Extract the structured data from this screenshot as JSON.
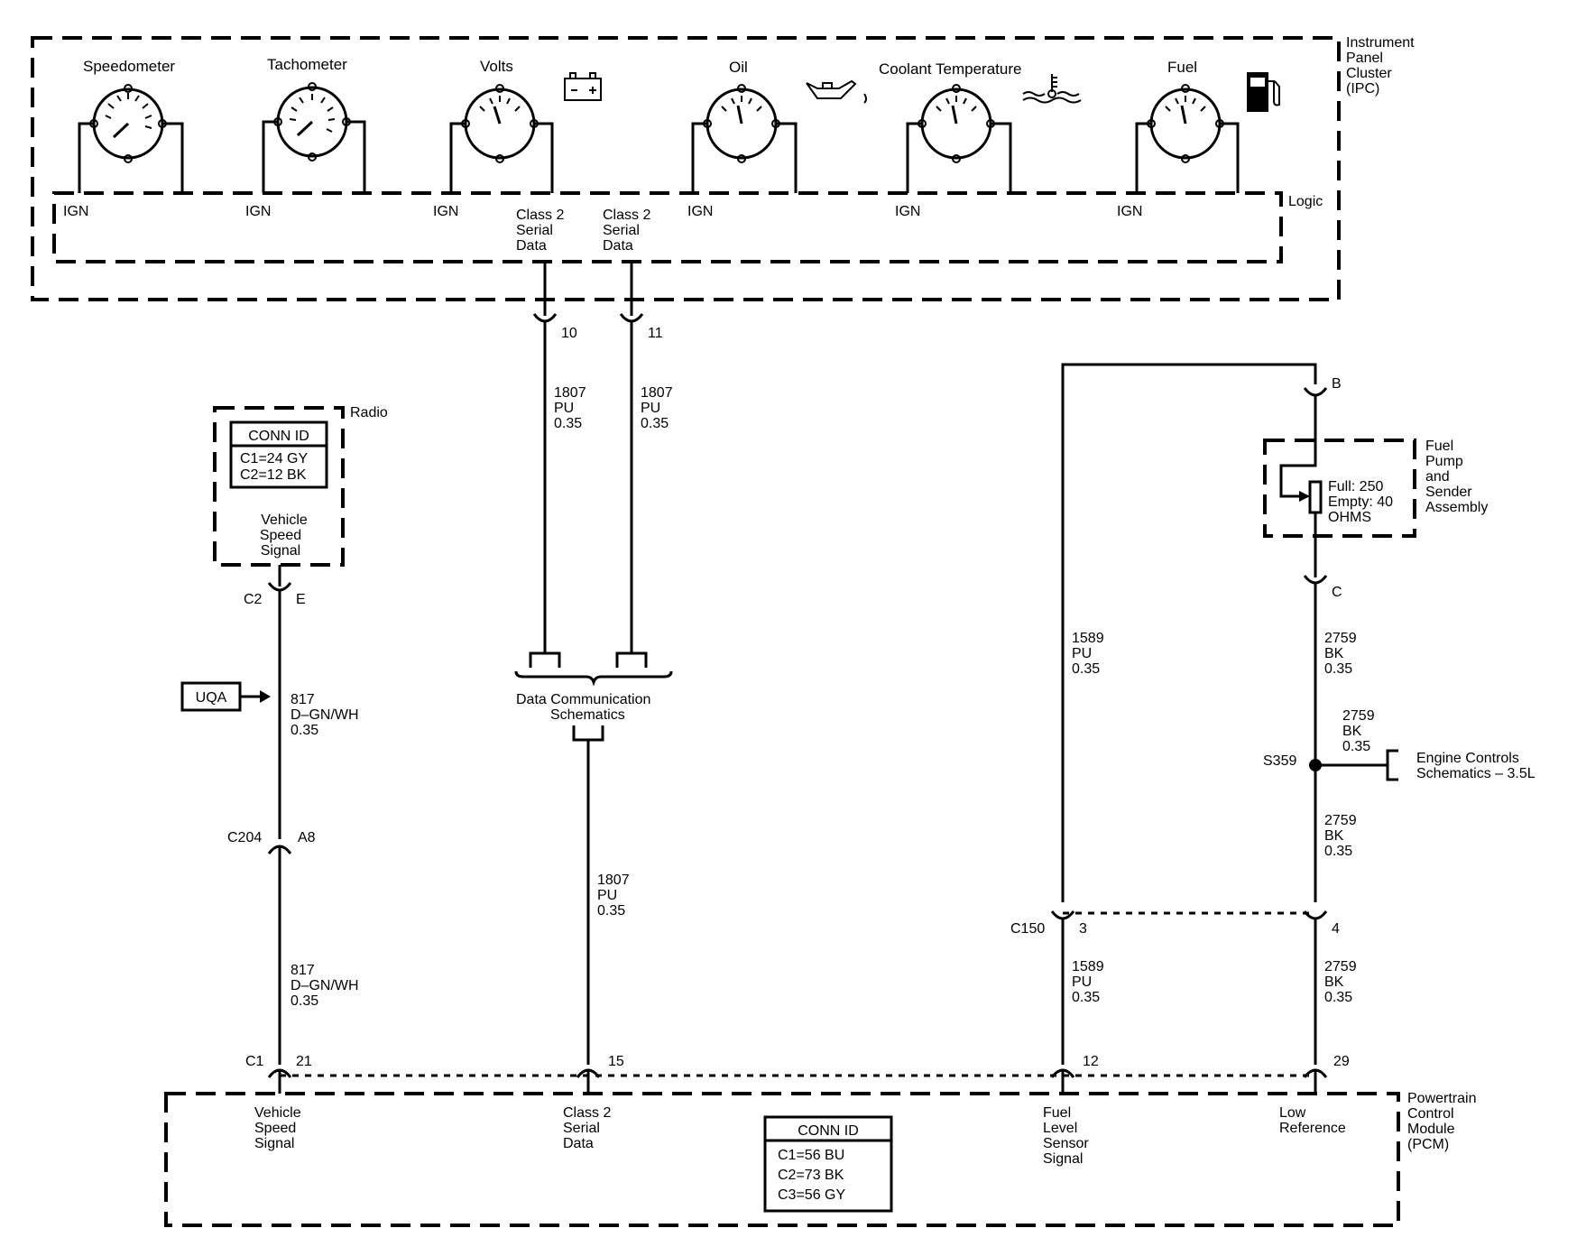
{
  "ipc": {
    "label_lines": [
      "Instrument",
      "Panel",
      "Cluster",
      "(IPC)"
    ],
    "logic": "Logic",
    "gauges": [
      {
        "name": "Speedometer",
        "terminal": "IGN"
      },
      {
        "name": "Tachometer",
        "terminal": "IGN"
      },
      {
        "name": "Volts",
        "terminal": "IGN"
      },
      {
        "name": "Oil",
        "terminal": "IGN"
      },
      {
        "name": "Coolant Temperature",
        "terminal": "IGN"
      },
      {
        "name": "Fuel",
        "terminal": "IGN"
      }
    ],
    "serial_data": [
      {
        "lines": [
          "Class 2",
          "Serial",
          "Data"
        ],
        "pin": "10",
        "wire": [
          "1807",
          "PU",
          "0.35"
        ]
      },
      {
        "lines": [
          "Class 2",
          "Serial",
          "Data"
        ],
        "pin": "11",
        "wire": [
          "1807",
          "PU",
          "0.35"
        ]
      }
    ]
  },
  "radio": {
    "label": "Radio",
    "conn_id_title": "CONN ID",
    "conn_id_rows": [
      "C1=24 GY",
      "C2=12 BK"
    ],
    "signal_lines": [
      "Vehicle",
      "Speed",
      "Signal"
    ],
    "connector": "C2",
    "pin": "E"
  },
  "uqa": {
    "label": "UQA",
    "wire_upper": [
      "817",
      "D–GN/WH",
      "0.35"
    ],
    "c204": "C204",
    "c204_pin": "A8",
    "wire_lower": [
      "817",
      "D–GN/WH",
      "0.35"
    ]
  },
  "data_comm": {
    "lines": [
      "Data Communication",
      "Schematics"
    ],
    "wire": [
      "1807",
      "PU",
      "0.35"
    ]
  },
  "fuel_pump": {
    "label_lines": [
      "Fuel",
      "Pump",
      "and",
      "Sender",
      "Assembly"
    ],
    "spec_lines": [
      "Full: 250",
      "Empty: 40",
      "OHMS"
    ],
    "pin_top": "B",
    "pin_bottom": "C",
    "wire_left": [
      "1589",
      "PU",
      "0.35"
    ],
    "wire_right_1": [
      "2759",
      "BK",
      "0.35"
    ],
    "wire_right_2": [
      "2759",
      "BK",
      "0.35"
    ],
    "wire_right_3": [
      "2759",
      "BK",
      "0.35"
    ],
    "splice": "S359",
    "engine_lines": [
      "Engine Controls",
      "Schematics – 3.5L"
    ]
  },
  "c150": {
    "label": "C150",
    "pin_left": "3",
    "pin_right": "4",
    "wire_left": [
      "1589",
      "PU",
      "0.35"
    ],
    "wire_right": [
      "2759",
      "BK",
      "0.35"
    ]
  },
  "pcm": {
    "label_lines": [
      "Powertrain",
      "Control",
      "Module",
      "(PCM)"
    ],
    "connector": "C1",
    "pins": [
      "21",
      "15",
      "12",
      "29"
    ],
    "terminals": [
      [
        "Vehicle",
        "Speed",
        "Signal"
      ],
      [
        "Class 2",
        "Serial",
        "Data"
      ],
      [
        "Fuel",
        "Level",
        "Sensor",
        "Signal"
      ],
      [
        "Low",
        "Reference"
      ]
    ],
    "conn_id_title": "CONN ID",
    "conn_id_rows": [
      "C1=56 BU",
      "C2=73 BK",
      "C3=56 GY"
    ]
  }
}
